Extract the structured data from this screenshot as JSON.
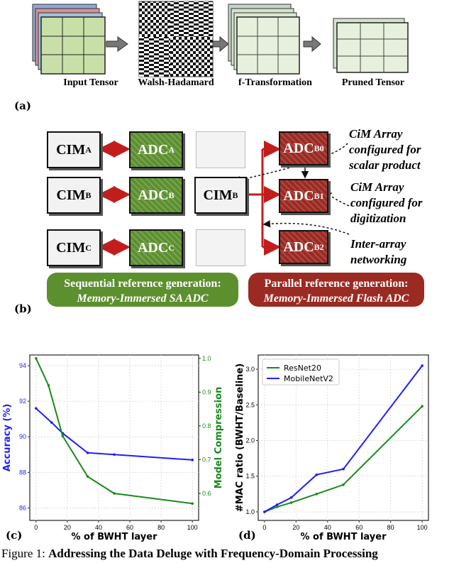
{
  "panel_a": {
    "label": "(a)",
    "stages": [
      "Input Tensor",
      "Walsh-Hadamard",
      "f-Transformation",
      "Pruned Tensor"
    ]
  },
  "panel_b": {
    "label": "(b)",
    "cim_left": [
      "CIM",
      "CIM",
      "CIM"
    ],
    "cim_left_sub": [
      "A",
      "B",
      "C"
    ],
    "adc_left": [
      "ADC",
      "ADC",
      "ADC"
    ],
    "adc_left_sub": [
      "A",
      "B",
      "C"
    ],
    "cim_right": "CIM",
    "cim_right_sub": "B",
    "adc_right": [
      "ADC",
      "ADC",
      "ADC"
    ],
    "adc_right_sub": [
      "B0",
      "B1",
      "B2"
    ],
    "notes": [
      "CiM Array configured for scalar product",
      "CiM Array configured for digitization",
      "Inter-array networking"
    ],
    "note_lines": [
      [
        "CiM Array",
        "configured for",
        "scalar product"
      ],
      [
        "CiM Array",
        "configured for",
        "digitization"
      ],
      [
        "Inter-array",
        "networking"
      ]
    ],
    "banner_left": {
      "line1": "Sequential reference generation:",
      "line2": "Memory-Immersed SA ADC",
      "color": "#5c8f2e"
    },
    "banner_right": {
      "line1": "Parallel reference generation:",
      "line2": "Memory-Immersed Flash ADC",
      "color": "#9b2a22"
    }
  },
  "panel_c": {
    "label": "(c)"
  },
  "panel_d": {
    "label": "(d)"
  },
  "chart_data": [
    {
      "type": "line",
      "xlabel": "% of BWHT layer",
      "ylabel_left": "Accuracy (%)",
      "ylabel_right": "Model Compression",
      "xlim": [
        -4,
        104
      ],
      "ylim_left": [
        85.3,
        94.6
      ],
      "ylim_right": [
        0.52,
        1.01
      ],
      "xticks": [
        0,
        20,
        40,
        60,
        80,
        100
      ],
      "yticks_left": [
        86,
        88,
        90,
        92,
        94
      ],
      "yticks_right": [
        0.6,
        0.7,
        0.8,
        0.9,
        1.0
      ],
      "grid": true,
      "series": [
        {
          "axis": "left",
          "color": "#1f1fff",
          "x": [
            0,
            10,
            17,
            33,
            50,
            100
          ],
          "y": [
            91.6,
            90.8,
            90.2,
            89.1,
            89.0,
            88.7
          ]
        },
        {
          "axis": "right",
          "color": "#1a8a1a",
          "x": [
            0,
            8,
            17,
            33,
            50,
            100
          ],
          "y": [
            1.0,
            0.92,
            0.77,
            0.65,
            0.6,
            0.57
          ]
        }
      ]
    },
    {
      "type": "line",
      "xlabel": "% of BWHT layer",
      "ylabel": "#MAC ratio (BWHT/Baseline)",
      "xlim": [
        -4,
        104
      ],
      "ylim": [
        0.88,
        3.2
      ],
      "xticks": [
        0,
        20,
        40,
        60,
        80,
        100
      ],
      "yticks": [
        1.0,
        1.5,
        2.0,
        2.5,
        3.0
      ],
      "grid": true,
      "legend": "top-left",
      "series": [
        {
          "name": "ResNet20",
          "color": "#1a8a1a",
          "x": [
            0,
            8,
            17,
            33,
            50,
            100
          ],
          "y": [
            1.0,
            1.07,
            1.13,
            1.25,
            1.38,
            2.48
          ]
        },
        {
          "name": "MobileNetV2",
          "color": "#1f1fff",
          "x": [
            0,
            8,
            17,
            33,
            50,
            100
          ],
          "y": [
            1.0,
            1.1,
            1.2,
            1.52,
            1.6,
            3.05
          ]
        }
      ]
    }
  ],
  "caption": {
    "prefix": "Figure 1: ",
    "bold": "Addressing the Data Deluge with Frequency-Domain Processing"
  }
}
